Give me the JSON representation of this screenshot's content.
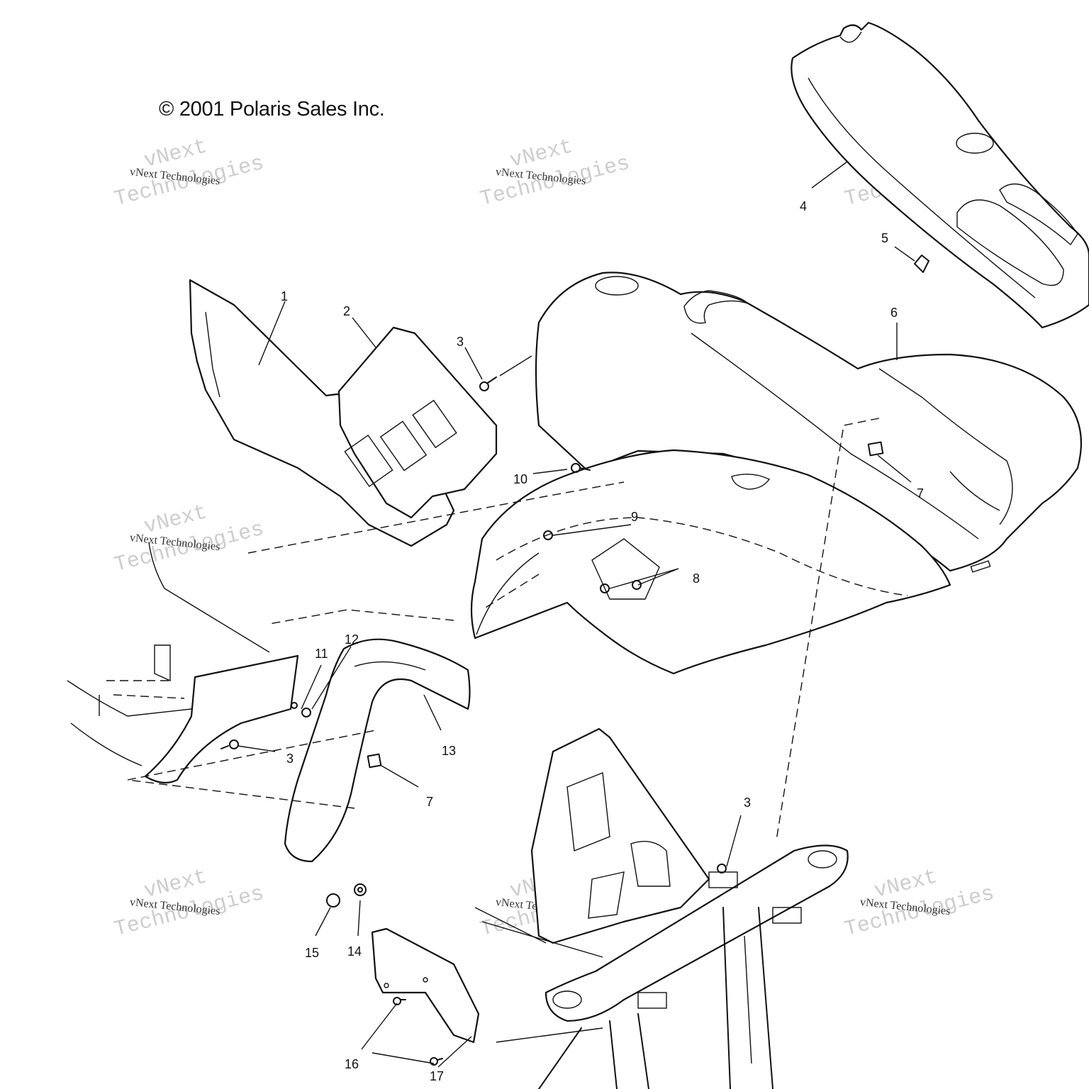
{
  "copyright": "© 2001 Polaris Sales Inc.",
  "watermark": {
    "large": "vNext",
    "large2": "Technologies",
    "small": "vNext Technologies"
  },
  "callouts": [
    "1",
    "2",
    "3",
    "4",
    "5",
    "6",
    "7",
    "8",
    "9",
    "10",
    "11",
    "12",
    "13",
    "14",
    "15",
    "16",
    "17"
  ],
  "callout_extra": {
    "3b": "3",
    "3c": "3",
    "7b": "7"
  }
}
